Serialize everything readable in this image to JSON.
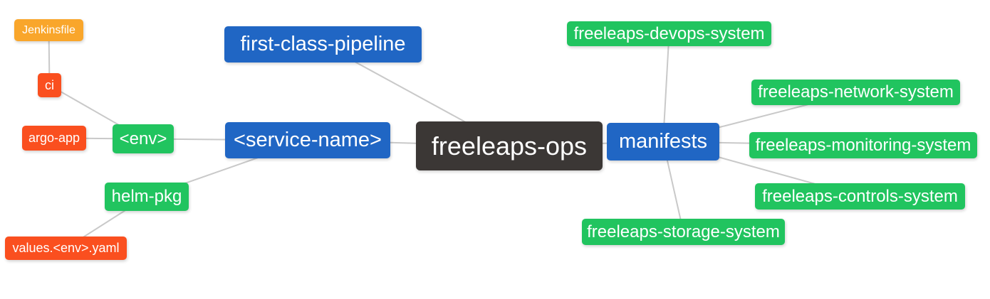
{
  "diagram": {
    "type": "mindmap",
    "title": "freeleaps-ops repository structure mind map",
    "colors": {
      "root_node": "#3b3735",
      "level1_node": "#2066c4",
      "level2_node": "#21c45f",
      "level3_node": "#fa4f1f",
      "level4_node": "#f9a62b",
      "connector_line": "#c9c9c9",
      "node_text": "#ffffff",
      "background": "#ffffff"
    },
    "nodes": [
      {
        "id": "jenkinsfile",
        "label": "Jenkinsfile",
        "level": 4
      },
      {
        "id": "ci",
        "label": "ci",
        "level": 3
      },
      {
        "id": "argo-app",
        "label": "argo-app",
        "level": 3
      },
      {
        "id": "env",
        "label": "<env>",
        "level": 2
      },
      {
        "id": "helm-pkg",
        "label": "helm-pkg",
        "level": 2
      },
      {
        "id": "values-env-yaml",
        "label": "values.<env>.yaml",
        "level": 3
      },
      {
        "id": "first-class-pipeline",
        "label": "first-class-pipeline",
        "level": 1
      },
      {
        "id": "service-name",
        "label": "<service-name>",
        "level": 1
      },
      {
        "id": "freeleaps-ops",
        "label": "freeleaps-ops",
        "level": 0
      },
      {
        "id": "manifests",
        "label": "manifests",
        "level": 1
      },
      {
        "id": "freeleaps-devops-system",
        "label": "freeleaps-devops-system",
        "level": 2
      },
      {
        "id": "freeleaps-network-system",
        "label": "freeleaps-network-system",
        "level": 2
      },
      {
        "id": "freeleaps-monitoring-system",
        "label": "freeleaps-monitoring-system",
        "level": 2
      },
      {
        "id": "freeleaps-controls-system",
        "label": "freeleaps-controls-system",
        "level": 2
      },
      {
        "id": "freeleaps-storage-system",
        "label": "freeleaps-storage-system",
        "level": 2
      }
    ],
    "edges": [
      [
        "jenkinsfile",
        "ci"
      ],
      [
        "ci",
        "env"
      ],
      [
        "argo-app",
        "env"
      ],
      [
        "env",
        "service-name"
      ],
      [
        "helm-pkg",
        "service-name"
      ],
      [
        "values-env-yaml",
        "helm-pkg"
      ],
      [
        "first-class-pipeline",
        "freeleaps-ops"
      ],
      [
        "service-name",
        "freeleaps-ops"
      ],
      [
        "freeleaps-ops",
        "manifests"
      ],
      [
        "manifests",
        "freeleaps-devops-system"
      ],
      [
        "manifests",
        "freeleaps-network-system"
      ],
      [
        "manifests",
        "freeleaps-monitoring-system"
      ],
      [
        "manifests",
        "freeleaps-controls-system"
      ],
      [
        "manifests",
        "freeleaps-storage-system"
      ]
    ]
  }
}
